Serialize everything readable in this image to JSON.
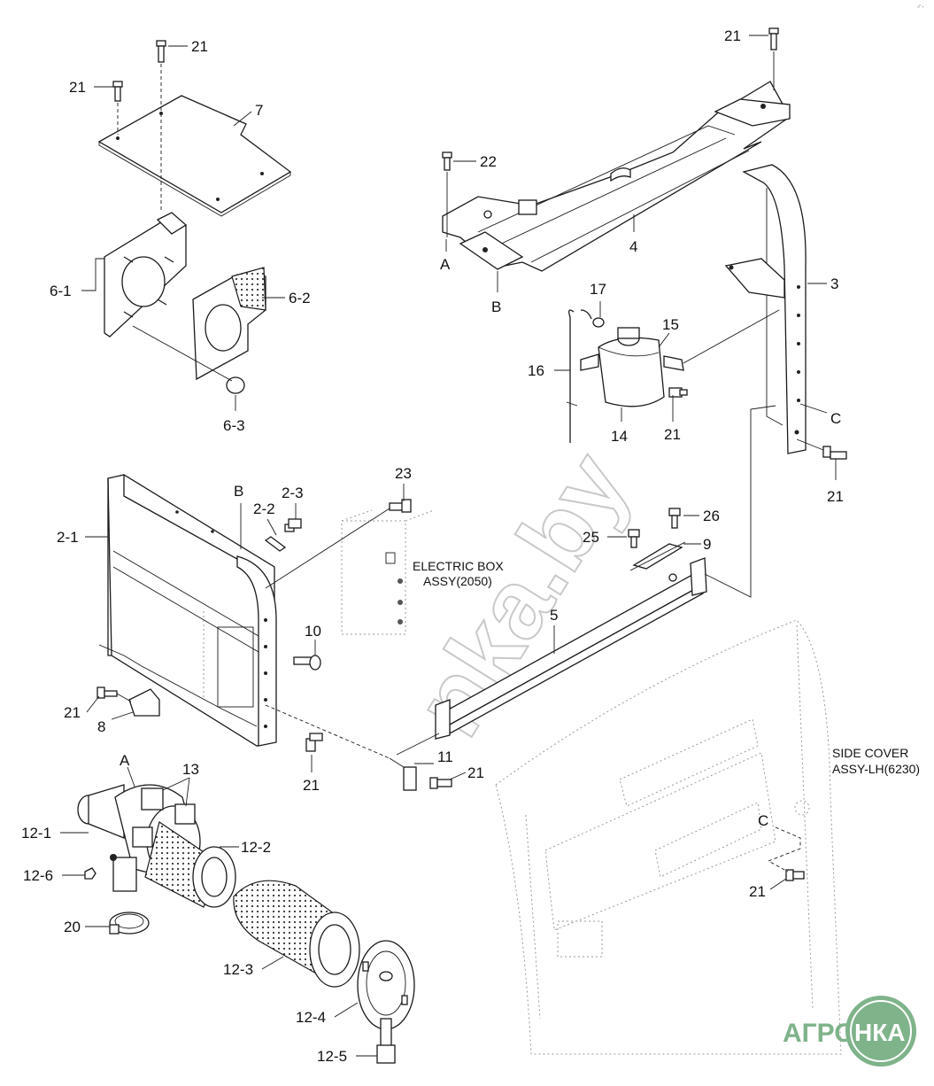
{
  "corner_mark": "♂-",
  "callouts": {
    "c21_top_left": "21",
    "c21_left": "21",
    "c7": "7",
    "c6_1": "6-1",
    "c6_2": "6-2",
    "c6_3": "6-3",
    "c21_top_right": "21",
    "c22": "22",
    "c4": "4",
    "cA_top": "A",
    "cB_top": "B",
    "c3": "3",
    "c17": "17",
    "c15": "15",
    "c16": "16",
    "c14": "14",
    "c21_tank": "21",
    "cC_bracket": "C",
    "c21_bracket": "21",
    "cB_frame": "B",
    "c2_1": "2-1",
    "c2_2": "2-2",
    "c2_3": "2-3",
    "c23": "23",
    "c26": "26",
    "c25": "25",
    "c9": "9",
    "c5": "5",
    "c10": "10",
    "c21_frame_left": "21",
    "c8": "8",
    "c21_frame_bottom": "21",
    "c11": "11",
    "c21_c11": "21",
    "cA_filter": "A",
    "c13": "13",
    "c12_1": "12-1",
    "c12_2": "12-2",
    "c12_6": "12-6",
    "c20": "20",
    "c12_3": "12-3",
    "c12_4": "12-4",
    "c12_5": "12-5",
    "cC_cover": "C",
    "c21_cover": "21"
  },
  "notes": {
    "electric_box_line1": "ELECTRIC BOX",
    "electric_box_line2": "ASSY(2050)",
    "side_cover_line1": "SIDE COVER",
    "side_cover_line2": "ASSY-LH(6230)"
  },
  "watermark": {
    "text": "nka.by"
  },
  "brand": {
    "left": "АГРО",
    "right": "НКА",
    "color": "#7fb38a"
  }
}
